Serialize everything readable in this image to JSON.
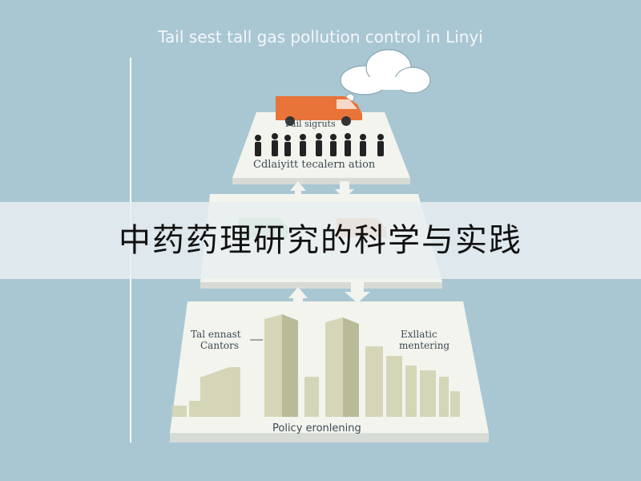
{
  "title": "Tail sest tall gas pollution control in Linyi",
  "top_tier": {
    "heading": "Fail sigruts",
    "caption": "Cdlaiyitt tecalern ation"
  },
  "bottom_tier": {
    "left_label_line1": "Tal ennast",
    "left_label_line2": "Cantors",
    "right_label_line1": "Exllatic",
    "right_label_line2": "mentering",
    "caption": "Policy eronlening"
  },
  "banner": {
    "text": "中药药理研究的科学与实践"
  },
  "colors": {
    "background": "#a9c7d3",
    "van_orange": "#e8743a",
    "van_green": "#9fd2a6",
    "building": "#d5d6b7",
    "cloud": "#ffffff",
    "platform": "#f3f4ee"
  }
}
